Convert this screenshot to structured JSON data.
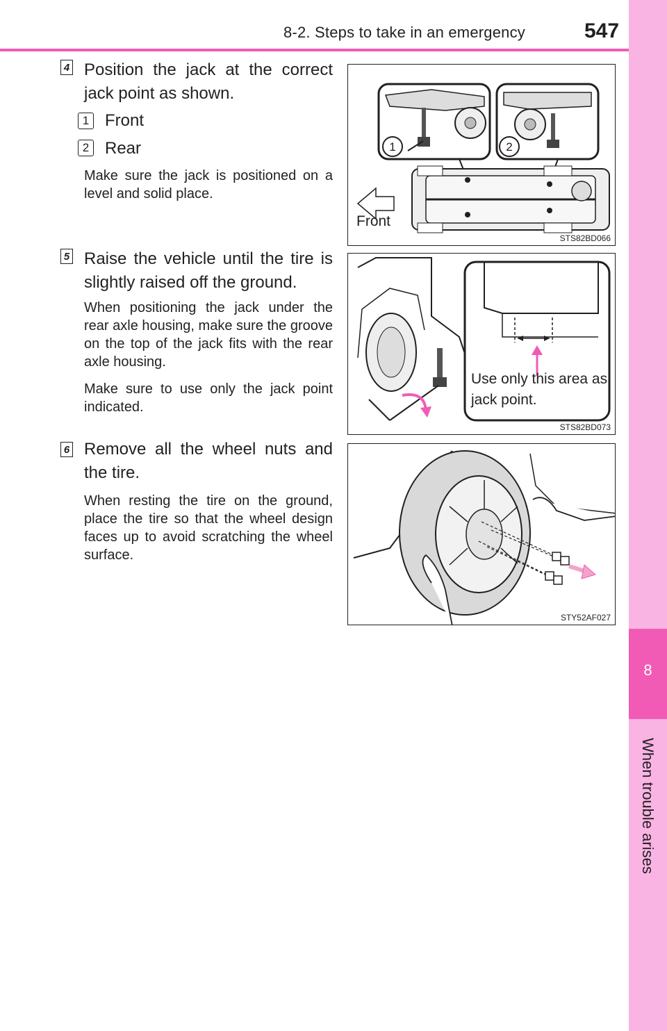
{
  "header": {
    "section": "8-2. Steps to take in an emergency",
    "page_number": "547"
  },
  "side_tab": {
    "chapter_number": "8",
    "chapter_title": "When trouble arises"
  },
  "steps": [
    {
      "number": "4",
      "text": "Position the jack at the correct jack point as shown.",
      "items": [
        {
          "badge": "1",
          "label": "Front"
        },
        {
          "badge": "2",
          "label": "Rear"
        }
      ],
      "notes": [
        "Make sure the jack is positioned on a level and solid place."
      ]
    },
    {
      "number": "5",
      "text": "Raise the vehicle until the tire is slightly raised off the ground.",
      "notes": [
        "When positioning the jack under the rear axle housing, make sure the groove on the top of the jack fits with the rear axle housing.",
        "Make sure to use only the jack point indicated."
      ]
    },
    {
      "number": "6",
      "text": "Remove all the wheel nuts and the tire.",
      "notes": [
        "When resting the tire on the ground, place the tire so that the wheel design faces up to avoid scratching the wheel surface."
      ]
    }
  ],
  "figures": {
    "fig1": {
      "code": "STS82BD066",
      "front_label": "Front",
      "callout_1": "1",
      "callout_2": "2"
    },
    "fig2": {
      "code": "STS82BD073",
      "callout": "Use only this area as jack point."
    },
    "fig3": {
      "code": "STY52AF027"
    }
  },
  "colors": {
    "accent": "#f15bb5",
    "tab_light": "#f9b4e4"
  }
}
